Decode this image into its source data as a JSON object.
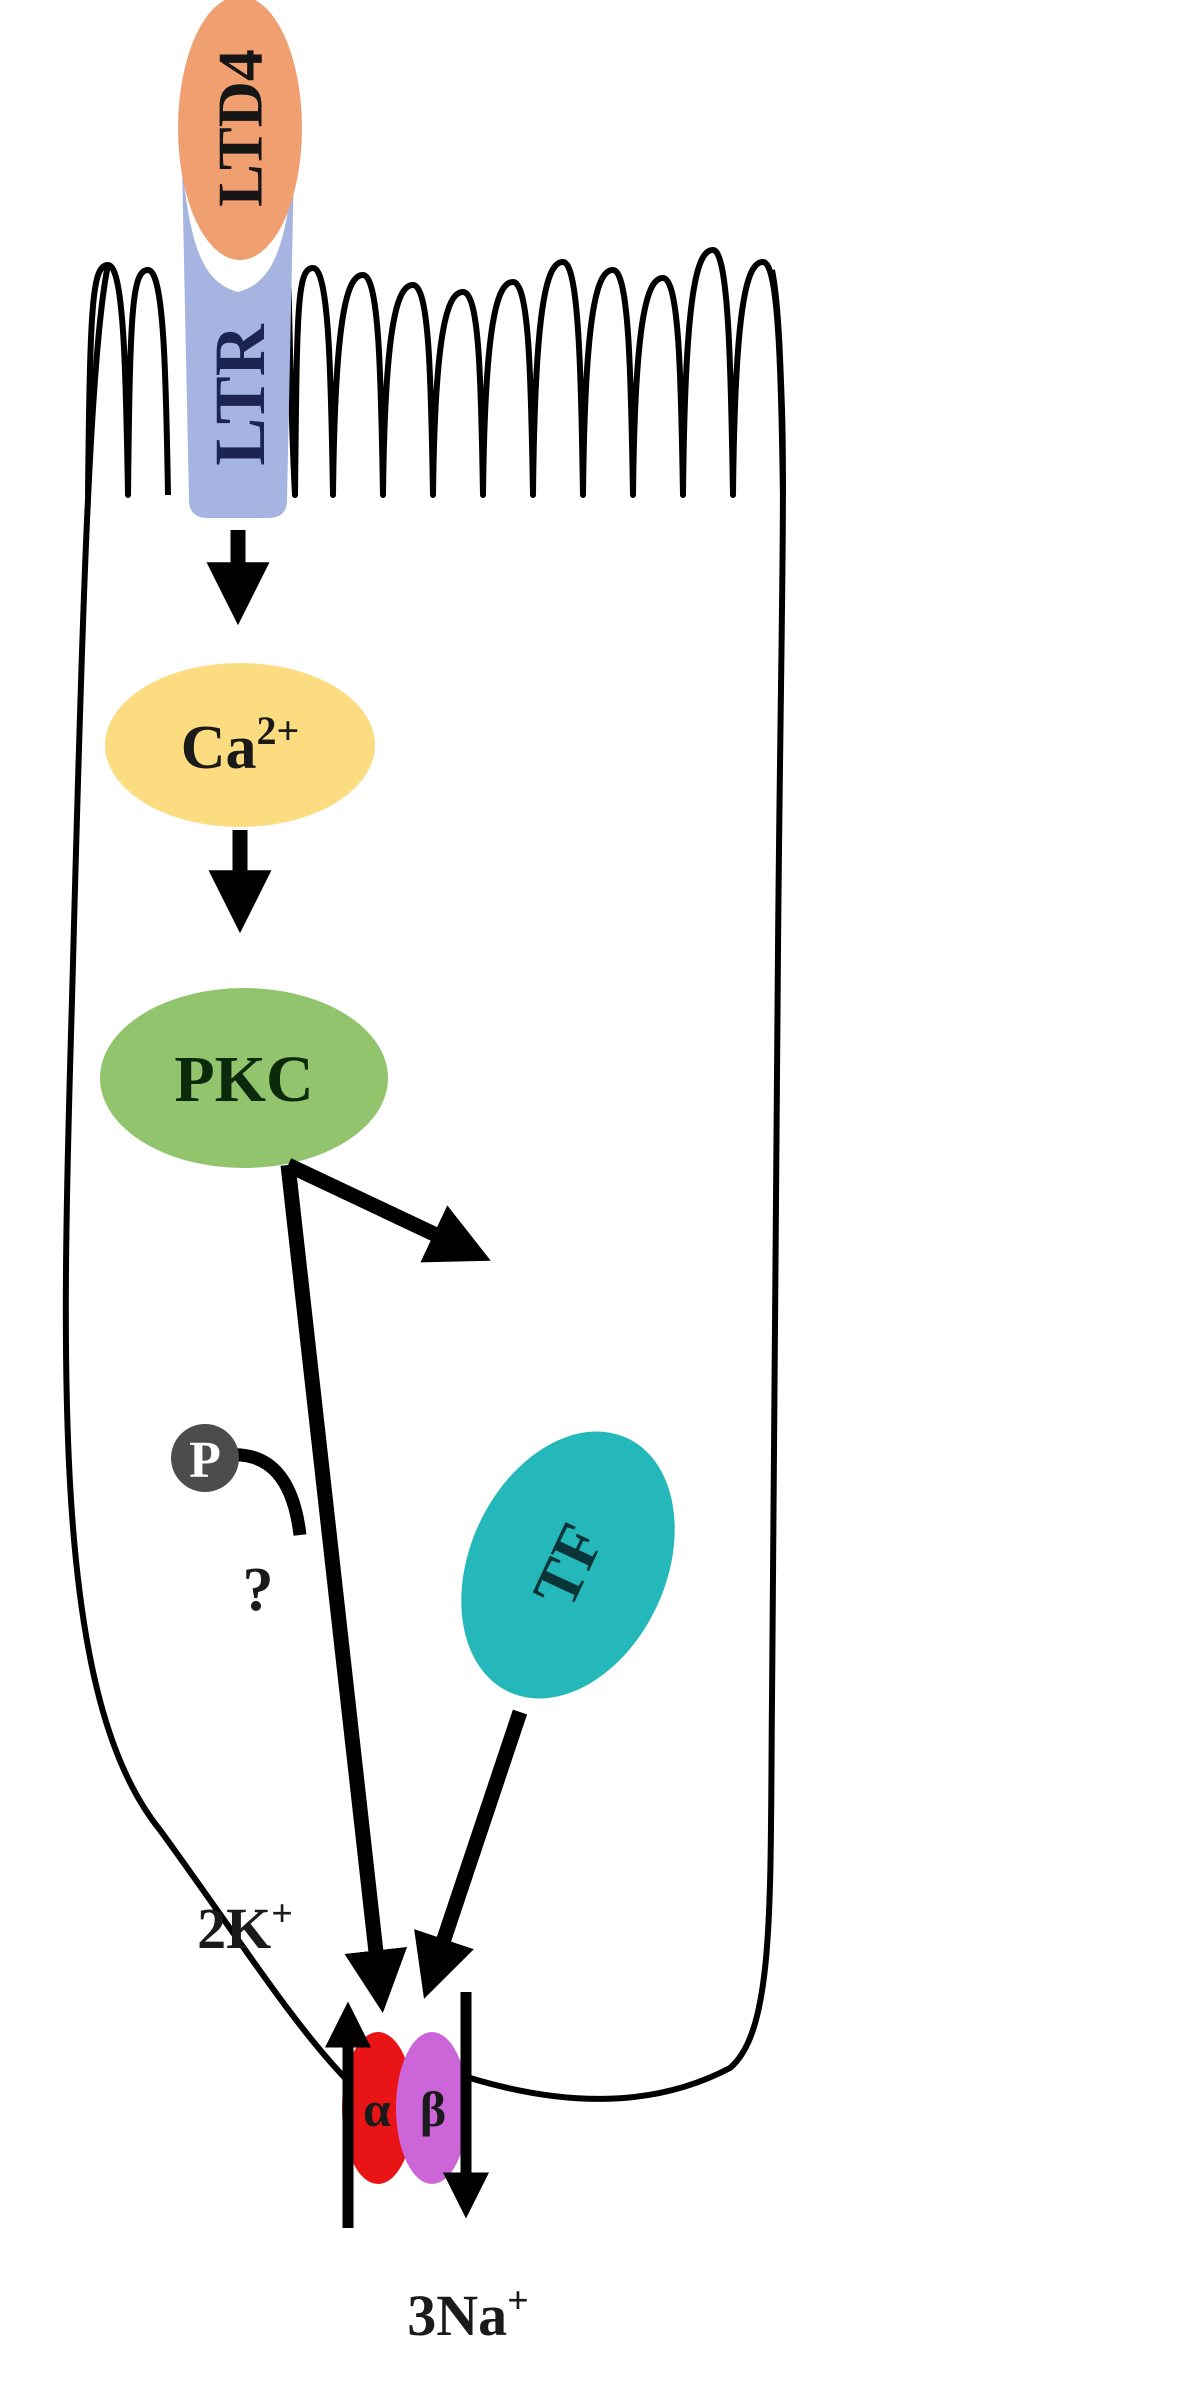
{
  "diagram": {
    "nodes": {
      "ligand": {
        "label": "LTD4",
        "color": "#f0a070"
      },
      "receptor": {
        "label": "LTR",
        "color": "#a5b4e0",
        "text_color": "#1c2452"
      },
      "calcium": {
        "label": "Ca",
        "superscript": "2+",
        "color": "#fcdc80"
      },
      "pkc": {
        "label": "PKC",
        "color": "#92c46e",
        "text_color": "#0b2a0b"
      },
      "tf": {
        "label": "TF",
        "color": "#24b8ba",
        "text_color": "#0a3538"
      },
      "phosphate": {
        "label": "P",
        "color": "#4c4c4c",
        "text_color": "#ffffff"
      },
      "alpha_subunit": {
        "label": "α",
        "color": "#e81416"
      },
      "beta_subunit": {
        "label": "β",
        "color": "#cc66d8"
      }
    },
    "annotations": {
      "unknown": "?",
      "potassium": {
        "label": "2K",
        "superscript": "+"
      },
      "sodium": {
        "label": "3Na",
        "superscript": "+"
      }
    },
    "colors": {
      "membrane": "#000000",
      "arrows": "#000000"
    }
  }
}
